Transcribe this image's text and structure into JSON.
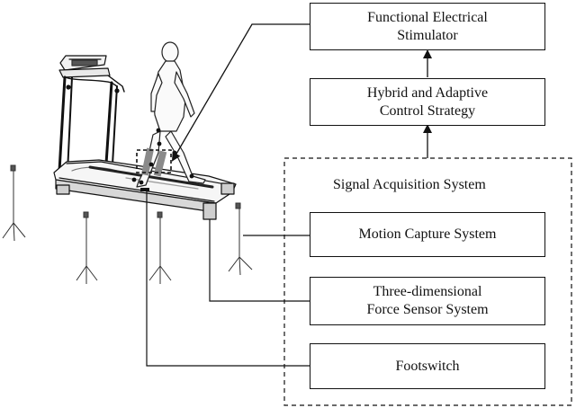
{
  "boxes": {
    "stimulator": {
      "line1": "Functional Electrical",
      "line2": "Stimulator"
    },
    "control": {
      "line1": "Hybrid and Adaptive",
      "line2": "Control Strategy"
    },
    "motion": {
      "line1": "Motion Capture System"
    },
    "force": {
      "line1": "Three-dimensional",
      "line2": "Force Sensor System"
    },
    "footswitch": {
      "line1": "Footswitch"
    }
  },
  "group_label": "Signal Acquisition System",
  "colors": {
    "stroke": "#111111",
    "limb_sensor": "#8a8a8a",
    "background": "#ffffff"
  },
  "illustration": {
    "treadmill-icon": "treadmill",
    "walker-icon": "walking person",
    "camera-tripod-icon": "motion capture camera tripod"
  }
}
